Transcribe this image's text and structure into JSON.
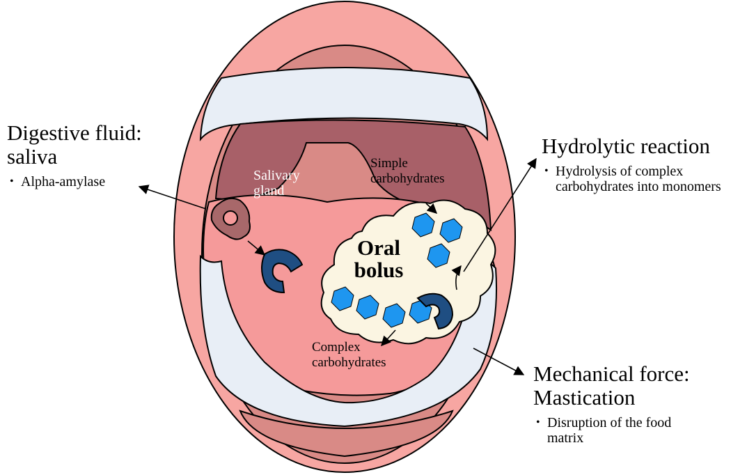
{
  "left_callout": {
    "title_line1": "Digestive fluid:",
    "title_line2": "saliva",
    "bullets": [
      "Alpha-amylase"
    ]
  },
  "right_top_callout": {
    "title": "Hydrolytic reaction",
    "bullets": [
      "Hydrolysis of complex carbohydrates into monomers"
    ]
  },
  "right_bottom_callout": {
    "title_line1": "Mechanical force:",
    "title_line2": "Mastication",
    "bullets": [
      "Disruption of the food matrix"
    ]
  },
  "labels": {
    "salivary_gland_1": "Salivary",
    "salivary_gland_2": "gland",
    "simple_carbs_1": "Simple",
    "simple_carbs_2": "carbohydrates",
    "bolus_1": "Oral",
    "bolus_2": "bolus",
    "complex_carbs_1": "Complex",
    "complex_carbs_2": "carbohydrates"
  },
  "colors": {
    "lips": "#f7a6a2",
    "inner_mouth": "#d98a86",
    "palate": "#a86068",
    "tongue": "#f59a9a",
    "teeth": "#e8eef6",
    "bolus": "#fbf5e2",
    "enzyme": "#1f4e82",
    "carbohydrate": "#1e96f0",
    "gland": "#a8686a"
  },
  "icons": [
    "salivary-gland-icon",
    "amylase-enzyme-icon",
    "carbohydrate-hexagon-icon",
    "arrow-icon"
  ]
}
